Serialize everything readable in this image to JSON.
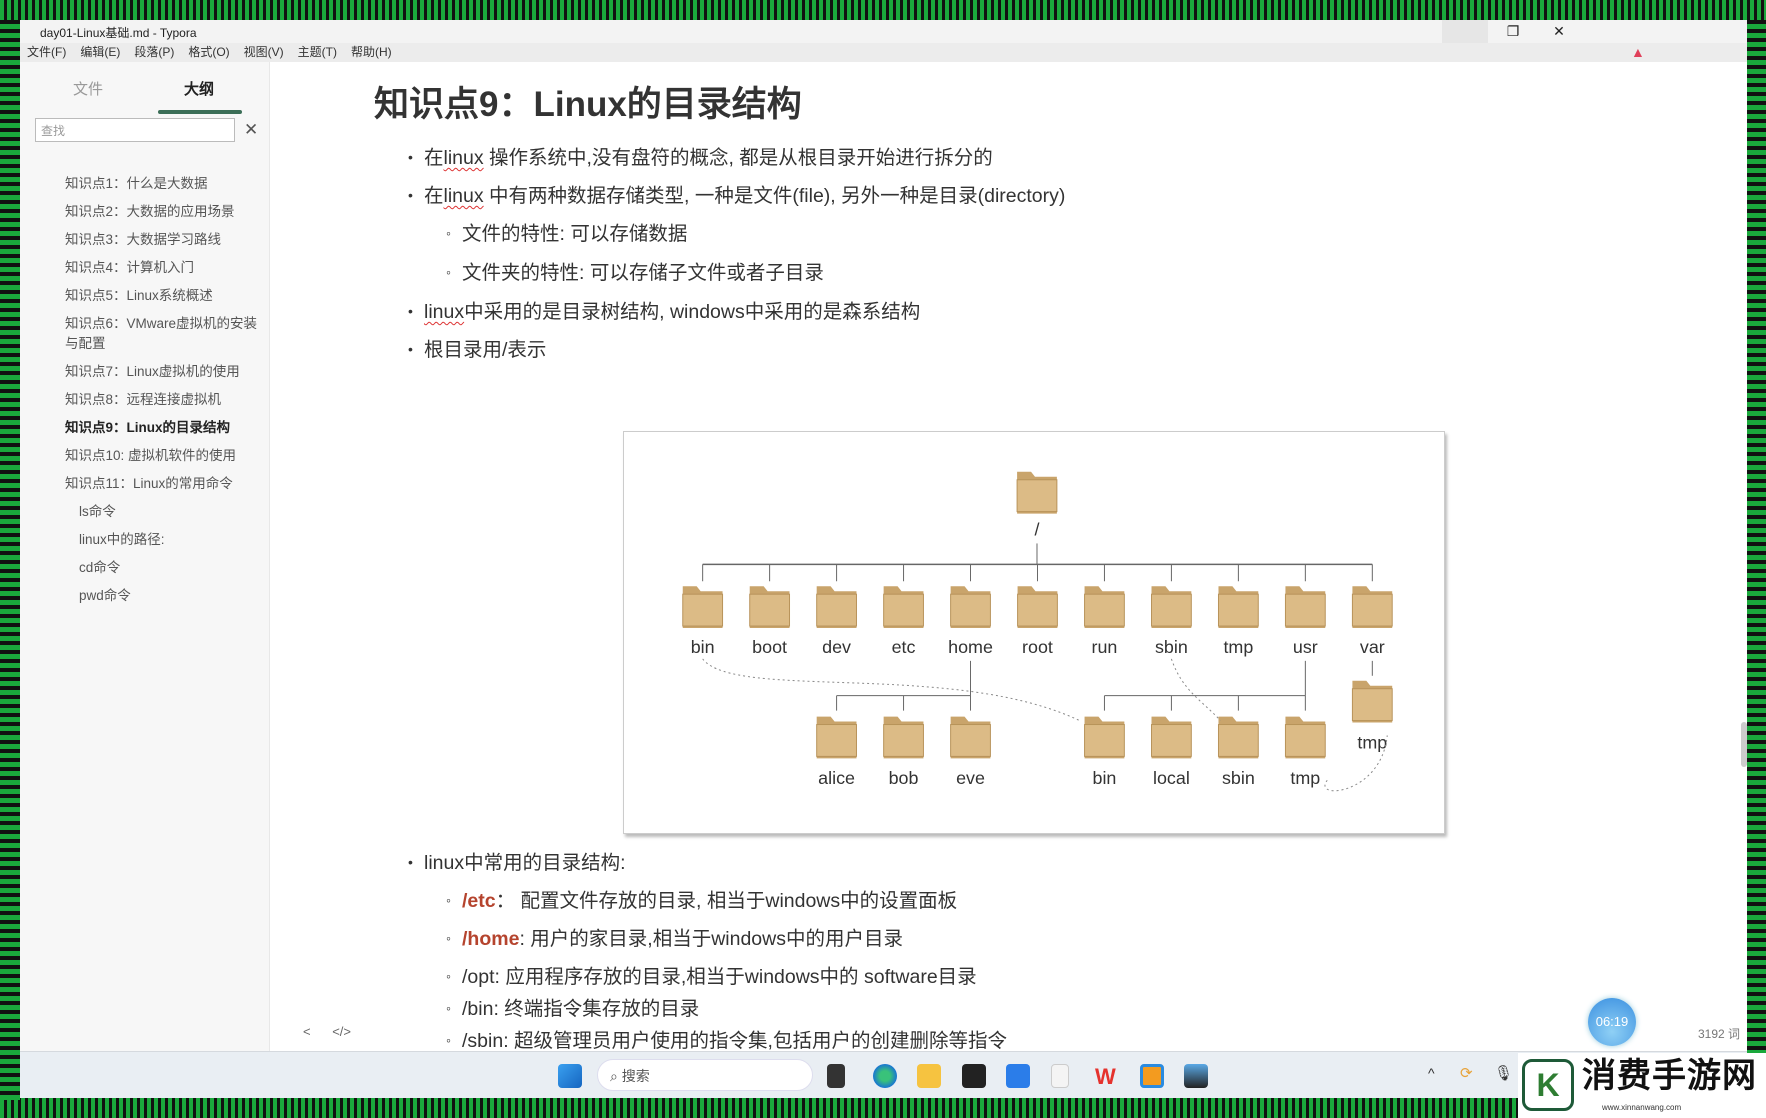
{
  "window": {
    "title": "day01-Linux基础.md - Typora",
    "restore_icon": "restore-icon",
    "close_icon": "close-icon"
  },
  "menu": [
    "文件(F)",
    "编辑(E)",
    "段落(P)",
    "格式(O)",
    "视图(V)",
    "主题(T)",
    "帮助(H)"
  ],
  "sidebar": {
    "tabs": [
      "文件",
      "大纲"
    ],
    "active_tab": "大纲",
    "search_placeholder": "查找",
    "outline": [
      {
        "label": "知识点1：什么是大数据",
        "level": 1
      },
      {
        "label": "知识点2：大数据的应用场景",
        "level": 1
      },
      {
        "label": "知识点3：大数据学习路线",
        "level": 1
      },
      {
        "label": "知识点4：计算机入门",
        "level": 1
      },
      {
        "label": "知识点5：Linux系统概述",
        "level": 1
      },
      {
        "label": "知识点6：VMware虚拟机的安装与配置",
        "level": 1
      },
      {
        "label": "知识点7：Linux虚拟机的使用",
        "level": 1
      },
      {
        "label": "知识点8：远程连接虚拟机",
        "level": 1
      },
      {
        "label": "知识点9：Linux的目录结构",
        "level": 1,
        "active": true
      },
      {
        "label": "知识点10: 虚拟机软件的使用",
        "level": 1
      },
      {
        "label": "知识点11：Linux的常用命令",
        "level": 1
      },
      {
        "label": "ls命令",
        "level": 2
      },
      {
        "label": "linux中的路径:",
        "level": 2
      },
      {
        "label": "cd命令",
        "level": 2
      },
      {
        "label": "pwd命令",
        "level": 2
      }
    ]
  },
  "document": {
    "heading": "知识点9：Linux的目录结构",
    "bullets_top": [
      {
        "pre": "在",
        "u": "linux",
        "post": " 操作系统中,没有盘符的概念, 都是从根目录开始进行拆分的",
        "level": 1
      },
      {
        "pre": "在",
        "u": "linux",
        "post": " 中有两种数据存储类型, 一种是文件(file), 另外一种是目录(directory)",
        "level": 1
      },
      {
        "pre": "文件的特性: 可以存储数据",
        "level": 2
      },
      {
        "pre": "文件夹的特性: 可以存储子文件或者子目录",
        "level": 2
      },
      {
        "pre": "",
        "u": "linux",
        "post": "中采用的是目录树结构, windows中采用的是森系结构",
        "level": 1
      },
      {
        "pre": "根目录用/表示",
        "level": 1
      }
    ],
    "diagram": {
      "root": "/",
      "level1": [
        "bin",
        "boot",
        "dev",
        "etc",
        "home",
        "root",
        "run",
        "sbin",
        "tmp",
        "usr",
        "var"
      ],
      "home_children": [
        "alice",
        "bob",
        "eve"
      ],
      "usr_children": [
        "bin",
        "local",
        "sbin",
        "tmp"
      ],
      "var_children": [
        "tmp"
      ]
    },
    "bullets_bottom": [
      {
        "pre": "linux中常用的目录结构:",
        "level": 1
      },
      {
        "red": "/etc",
        "post": "：  配置文件存放的目录, 相当于windows中的设置面板",
        "level": 2
      },
      {
        "red": "/home",
        "post": ": 用户的家目录,相当于windows中的用户目录",
        "level": 2
      },
      {
        "pre": "/opt: 应用程序存放的目录,相当于windows中的 software目录",
        "level": 2
      },
      {
        "pre": "/bin: 终端指令集存放的目录",
        "level": 2
      },
      {
        "pre": "/sbin: 超级管理员用户使用的指令集,包括用户的创建删除等指令",
        "level": 2
      }
    ]
  },
  "footer": {
    "back": "<",
    "source": "</>",
    "timer": "06:19",
    "word_count": "3192 词"
  },
  "taskbar": {
    "search_placeholder": "搜索",
    "apps": [
      "start",
      "task-view",
      "edge",
      "file-explorer",
      "app-black",
      "chat",
      "notepad",
      "wps",
      "app-orange",
      "app-screen"
    ]
  },
  "watermark": {
    "name": "消费手游网",
    "url": "www.xinnanwang.com"
  }
}
